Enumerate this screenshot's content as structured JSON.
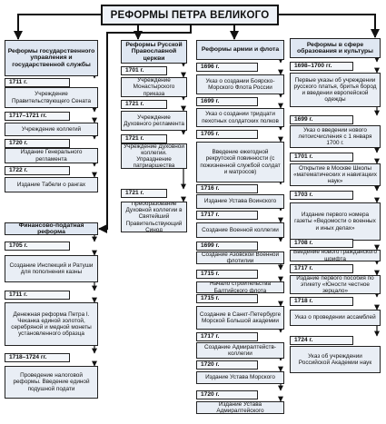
{
  "title": "РЕФОРМЫ ПЕТРА ВЕЛИКОГО",
  "columns": [
    {
      "id": "gov",
      "header": "Реформы государственного управления и государственной службы",
      "items": [
        "1711 г.",
        "Учреждение Правительствующего Сената",
        "1717–1721 гг.",
        "Учреждение коллегий",
        "1720 г.",
        "Издание Генерального регламента",
        "1722 г.",
        "Издание Табели о рангах"
      ]
    },
    {
      "id": "fin",
      "header": "Финансово-податная реформа",
      "items": [
        "1705 г.",
        "Создание Инспекций и Ратуши для пополнения казны",
        "1711 г.",
        "Денежная реформа Петра I. Чеканка единой золотой, серебряной и медной монеты установленного образца",
        "1718–1724 гг.",
        "Проведение налоговой реформы. Введение единой подушной подати"
      ]
    },
    {
      "id": "church",
      "header": "Реформы Русской Православной церкви",
      "items": [
        "1701 г.",
        "Учреждение Монастырского приказа",
        "1721 г.",
        "Учреждение Духовного регламента",
        "1721 г.",
        "Учреждение Духовной коллегии. Упразднение патриаршества",
        "1721 г.",
        "Преобразование Духовной коллегии в Святейший Правительствующий Синод"
      ]
    },
    {
      "id": "army",
      "header": "Реформы армии и флота",
      "items": [
        "1696 г.",
        "Указ о создании Боярско-Морского Флота России",
        "1699 г.",
        "Указ о создании тридцати пехотных солдатских полков",
        "1705 г.",
        "Введение ежегодной рекрутской повинности (с пожизненной службой солдат и матросов)",
        "1716 г.",
        "Издание Устава Воинского",
        "1717 г.",
        "Создание Военной коллегии",
        "1699 г.",
        "Создание Азовской Военной флотилии",
        "1715 г.",
        "Начало строительства Балтийского флота",
        "1715 г.",
        "Создание в Санкт-Петербурге Морской Большой академии",
        "1717 г.",
        "Создание Адмиралтейств-коллегии",
        "1720 г.",
        "Издание Устава Морского",
        "1720 г.",
        "Издание Устава Адмиралтейского"
      ]
    },
    {
      "id": "culture",
      "header": "Реформы в сфере образования и культуры",
      "items": [
        "1698–1700 гг.",
        "Первые указы об учреждении русского платья, бритья бород и введении европейской одежды",
        "1699 г.",
        "Указ о введении нового летоисчисления с 1 января 1700 г.",
        "1701 г.",
        "Открытие в Москве Школы «математических и навигацких наук»",
        "1703 г.",
        "Издание первого номера газеты «Ведомости о военных и иных делах»",
        "1708 г.",
        "Введение нового гражданского шрифта",
        "1717 г.",
        "Издание первого пособия по этикету «Юности честное зерцало»",
        "1718 г.",
        "Указ о проведении ассамблей",
        "1724 г.",
        "Указ об учреждении Российской Академии наук"
      ]
    }
  ]
}
